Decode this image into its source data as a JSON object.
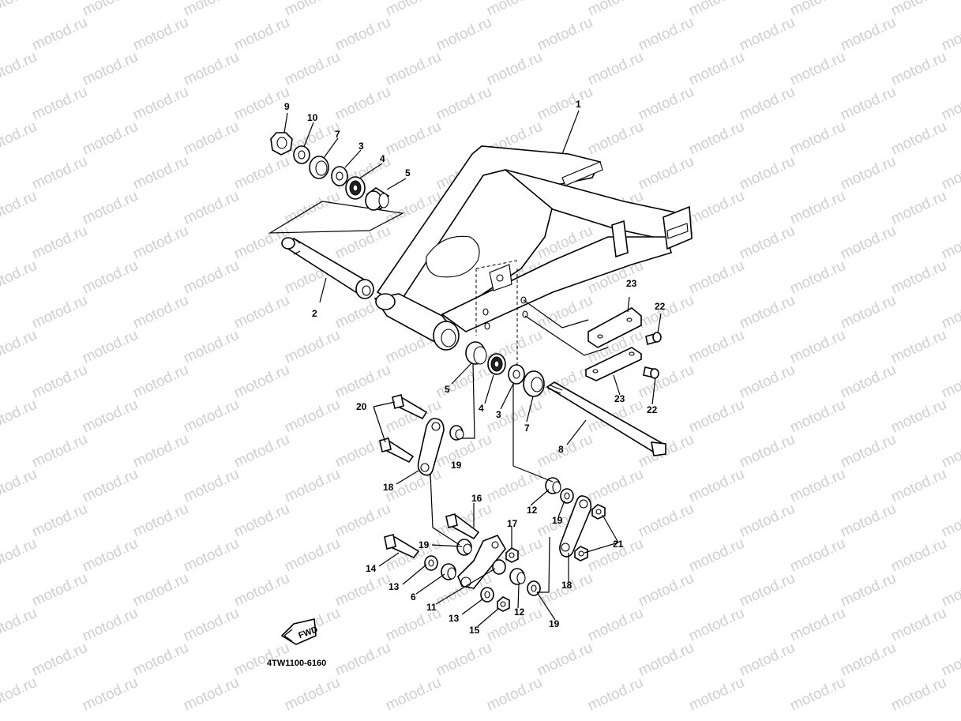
{
  "watermark": {
    "text": "motod.ru"
  },
  "diagram": {
    "code": "4TW1100-6160",
    "fwd_badge": "FWD"
  },
  "callouts": [
    {
      "id": "c1",
      "text": "1"
    },
    {
      "id": "c2",
      "text": "2"
    },
    {
      "id": "c3a",
      "text": "3"
    },
    {
      "id": "c3b",
      "text": "3"
    },
    {
      "id": "c4a",
      "text": "4"
    },
    {
      "id": "c4b",
      "text": "4"
    },
    {
      "id": "c5a",
      "text": "5"
    },
    {
      "id": "c5b",
      "text": "5"
    },
    {
      "id": "c6",
      "text": "6"
    },
    {
      "id": "c7a",
      "text": "7"
    },
    {
      "id": "c7b",
      "text": "7"
    },
    {
      "id": "c8",
      "text": "8"
    },
    {
      "id": "c9",
      "text": "9"
    },
    {
      "id": "c10",
      "text": "10"
    },
    {
      "id": "c11",
      "text": "11"
    },
    {
      "id": "c12a",
      "text": "12"
    },
    {
      "id": "c12b",
      "text": "12"
    },
    {
      "id": "c13a",
      "text": "13"
    },
    {
      "id": "c13b",
      "text": "13"
    },
    {
      "id": "c14",
      "text": "14"
    },
    {
      "id": "c15",
      "text": "15"
    },
    {
      "id": "c16",
      "text": "16"
    },
    {
      "id": "c17",
      "text": "17"
    },
    {
      "id": "c18a",
      "text": "18"
    },
    {
      "id": "c18b",
      "text": "18"
    },
    {
      "id": "c19a",
      "text": "19"
    },
    {
      "id": "c19b",
      "text": "19"
    },
    {
      "id": "c19c",
      "text": "19"
    },
    {
      "id": "c19d",
      "text": "19"
    },
    {
      "id": "c20",
      "text": "20"
    },
    {
      "id": "c21",
      "text": "21"
    },
    {
      "id": "c22a",
      "text": "22"
    },
    {
      "id": "c22b",
      "text": "22"
    },
    {
      "id": "c23a",
      "text": "23"
    },
    {
      "id": "c23b",
      "text": "23"
    }
  ]
}
